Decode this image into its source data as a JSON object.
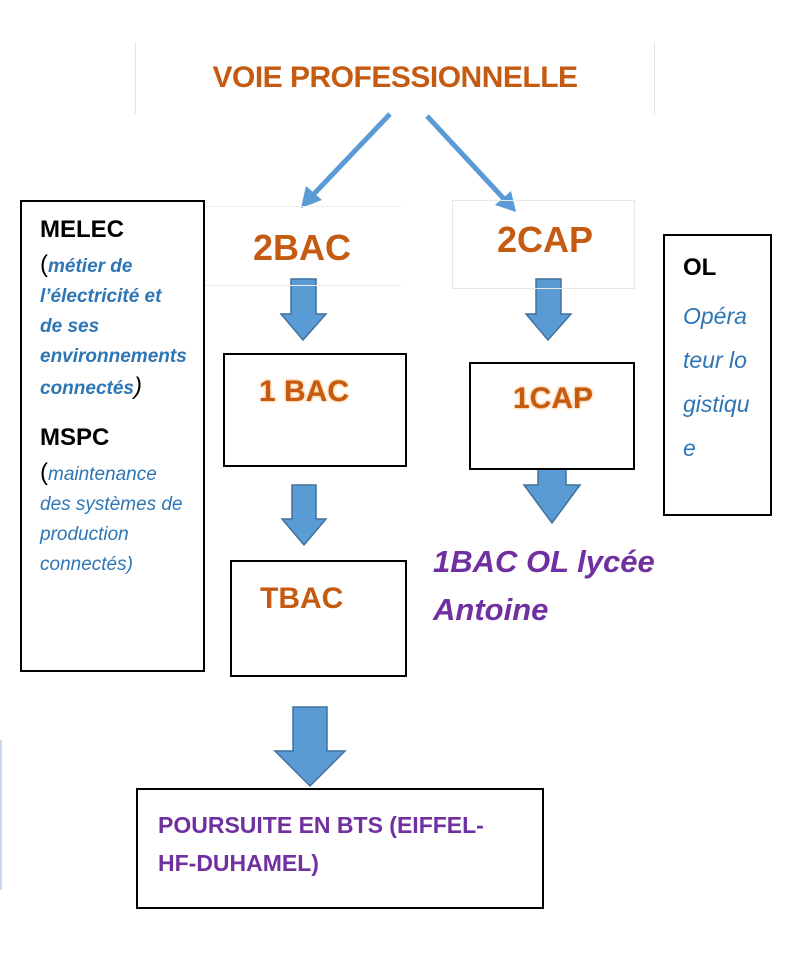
{
  "title": "VOIE PROFESSIONNELLE",
  "levels": {
    "bac2": "2BAC",
    "cap2": "2CAP",
    "bac1": "1 BAC",
    "cap1": "1CAP",
    "tbac": "TBAC"
  },
  "left_panel": {
    "melec_heading": "MELEC",
    "melec_desc": "métier de l’électricité et de ses environnements connectés",
    "mspc_heading": "MSPC",
    "mspc_desc": "maintenance des systèmes de production connectés)"
  },
  "right_panel": {
    "heading": "OL",
    "desc": "Opérateur logistique"
  },
  "ol_destination": "1BAC OL lycée Antoine",
  "poursuite": "POURSUITE EN BTS (EIFFEL-HF-DUHAMEL)",
  "colors": {
    "orange": "#c55a11",
    "purple": "#7030a0",
    "blue": "#2e75b6",
    "arrow_fill": "#5b9bd5",
    "arrow_stroke": "#41719c"
  }
}
